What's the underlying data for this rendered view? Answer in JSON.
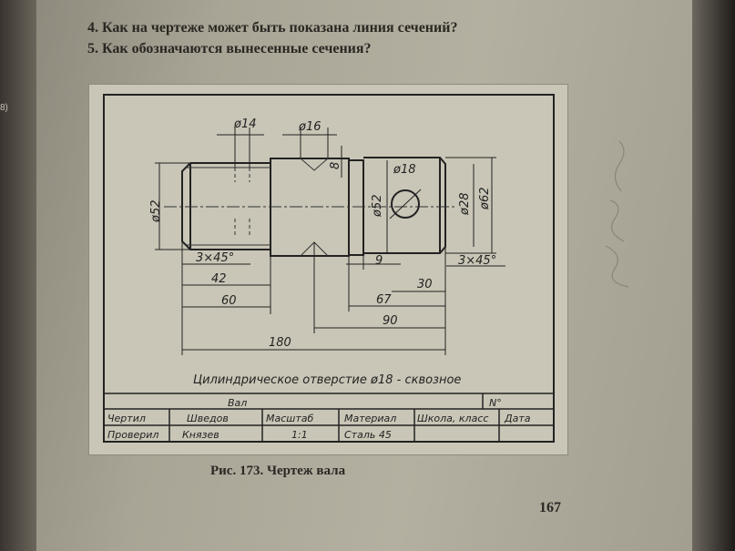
{
  "questions": [
    {
      "text": "4. Как на чертеже может быть показана линия сечений?"
    },
    {
      "text": "5. Как обозначаются вынесенные сечения?"
    }
  ],
  "margin_mark": "8)",
  "drawing": {
    "dims": {
      "d14": "ø14",
      "d16": "ø16",
      "d8": "8",
      "d52_left": "ø52",
      "d18": "ø18",
      "d52_right": "ø52",
      "d28": "ø28",
      "d62": "ø62",
      "chamfer_left": "3×45°",
      "l42": "42",
      "l60": "60",
      "l9": "9",
      "l30": "30",
      "chamfer_right": "3×45°",
      "l67": "67",
      "l90": "90",
      "l180": "180"
    },
    "note": "Цилиндрическое отверстие ø18 - сквозное"
  },
  "title_block": {
    "name": "Вал",
    "number_label": "N°",
    "row1": {
      "role": "Чертил",
      "person": "Шведов",
      "col_scale": "Масштаб",
      "col_material": "Материал",
      "col_school": "Школа, класс",
      "col_date": "Дата"
    },
    "row2": {
      "role": "Проверил",
      "person": "Князев",
      "scale": "1:1",
      "material": "Сталь 45"
    }
  },
  "caption": "Рис. 173. Чертеж вала",
  "page_number": "167"
}
